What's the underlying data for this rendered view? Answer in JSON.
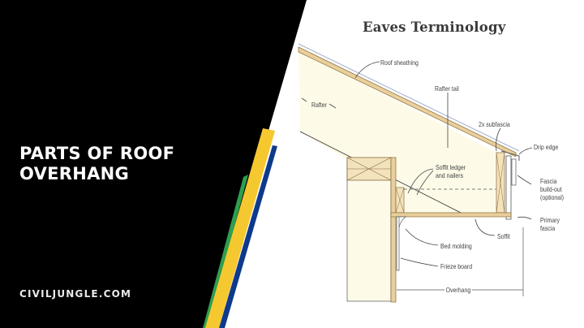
{
  "banner": {
    "headline_line1": "PARTS OF ROOF",
    "headline_line2": "OVERHANG",
    "site": "CIVILJUNGLE.COM",
    "colors": {
      "background": "#000000",
      "stripe_yellow": "#f6c82f",
      "stripe_blue": "#0e3a8c",
      "stripe_green": "#2e9e4f"
    }
  },
  "diagram": {
    "title": "Eaves Terminology",
    "labels": {
      "roof_sheathing": "Roof sheathing",
      "rafter_tail": "Rafter tail",
      "rafter": "Rafter",
      "subfascia": "2x subfascia",
      "drip_edge": "Drip edge",
      "soffit_ledger_1": "Soffit ledger",
      "soffit_ledger_2": "and nailers",
      "fascia_1": "Fascia",
      "fascia_2": "build-out",
      "fascia_3": "(optional)",
      "primary_fascia_1": "Primary",
      "primary_fascia_2": "fascia",
      "soffit": "Soffit",
      "bed_molding": "Bed molding",
      "frieze_board": "Frieze board",
      "overhang": "Overhang"
    },
    "colors": {
      "wood": "#e8cf9c",
      "wood_edge": "#8a6a3a",
      "fill": "#fdfbe8",
      "line": "#555555"
    }
  }
}
